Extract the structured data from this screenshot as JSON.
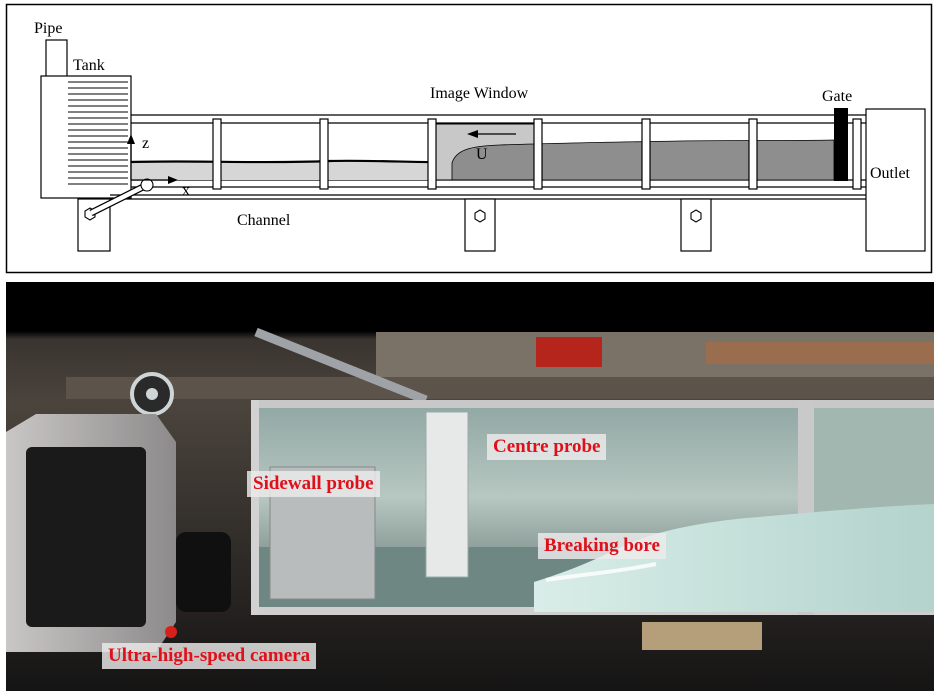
{
  "schematic": {
    "labels": {
      "pipe": "Pipe",
      "tank": "Tank",
      "image_window": "Image Window",
      "gate": "Gate",
      "outlet": "Outlet",
      "channel": "Channel",
      "z_axis": "z",
      "x_axis": "x",
      "velocity": "U"
    }
  },
  "photo": {
    "labels": {
      "centre_probe": "Centre probe",
      "sidewall_probe": "Sidewall probe",
      "breaking_bore": "Breaking bore",
      "camera": "Ultra-high-speed camera"
    },
    "label_color": "#e0101a"
  }
}
